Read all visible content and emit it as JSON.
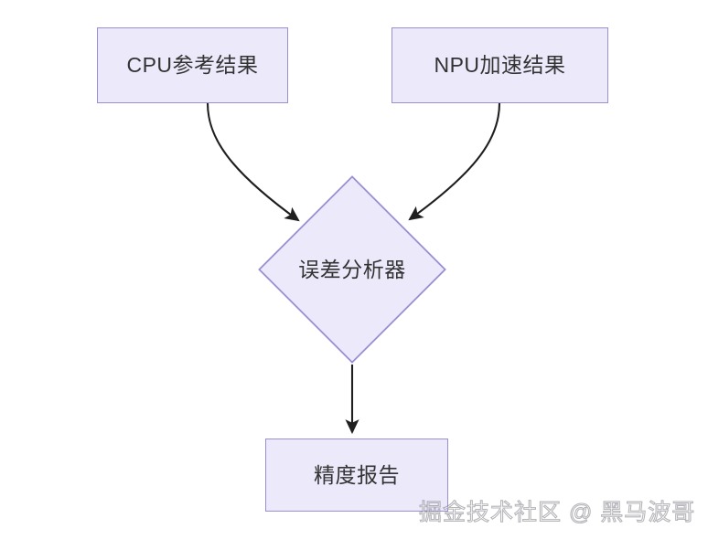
{
  "diagram": {
    "type": "flowchart",
    "background_color": "#ffffff",
    "node_fill_color": "#ece9fb",
    "node_border_color": "#9a8fd0",
    "node_text_color": "#333333",
    "edge_color": "#1f1f1f",
    "nodes": [
      {
        "id": "cpu",
        "shape": "rectangle",
        "label": "CPU参考结果"
      },
      {
        "id": "npu",
        "shape": "rectangle",
        "label": "NPU加速结果"
      },
      {
        "id": "analyzer",
        "shape": "diamond",
        "label": "误差分析器"
      },
      {
        "id": "report",
        "shape": "rectangle",
        "label": "精度报告"
      }
    ],
    "edges": [
      {
        "id": "cpu-to-analyzer",
        "from": "cpu",
        "to": "analyzer",
        "style": "curved",
        "arrow": "end",
        "label": ""
      },
      {
        "id": "npu-to-analyzer",
        "from": "npu",
        "to": "analyzer",
        "style": "curved",
        "arrow": "end",
        "label": ""
      },
      {
        "id": "analyzer-to-report",
        "from": "analyzer",
        "to": "report",
        "style": "straight",
        "arrow": "end",
        "label": ""
      }
    ]
  },
  "watermark": {
    "text": "掘金技术社区 @ 黑马波哥"
  }
}
